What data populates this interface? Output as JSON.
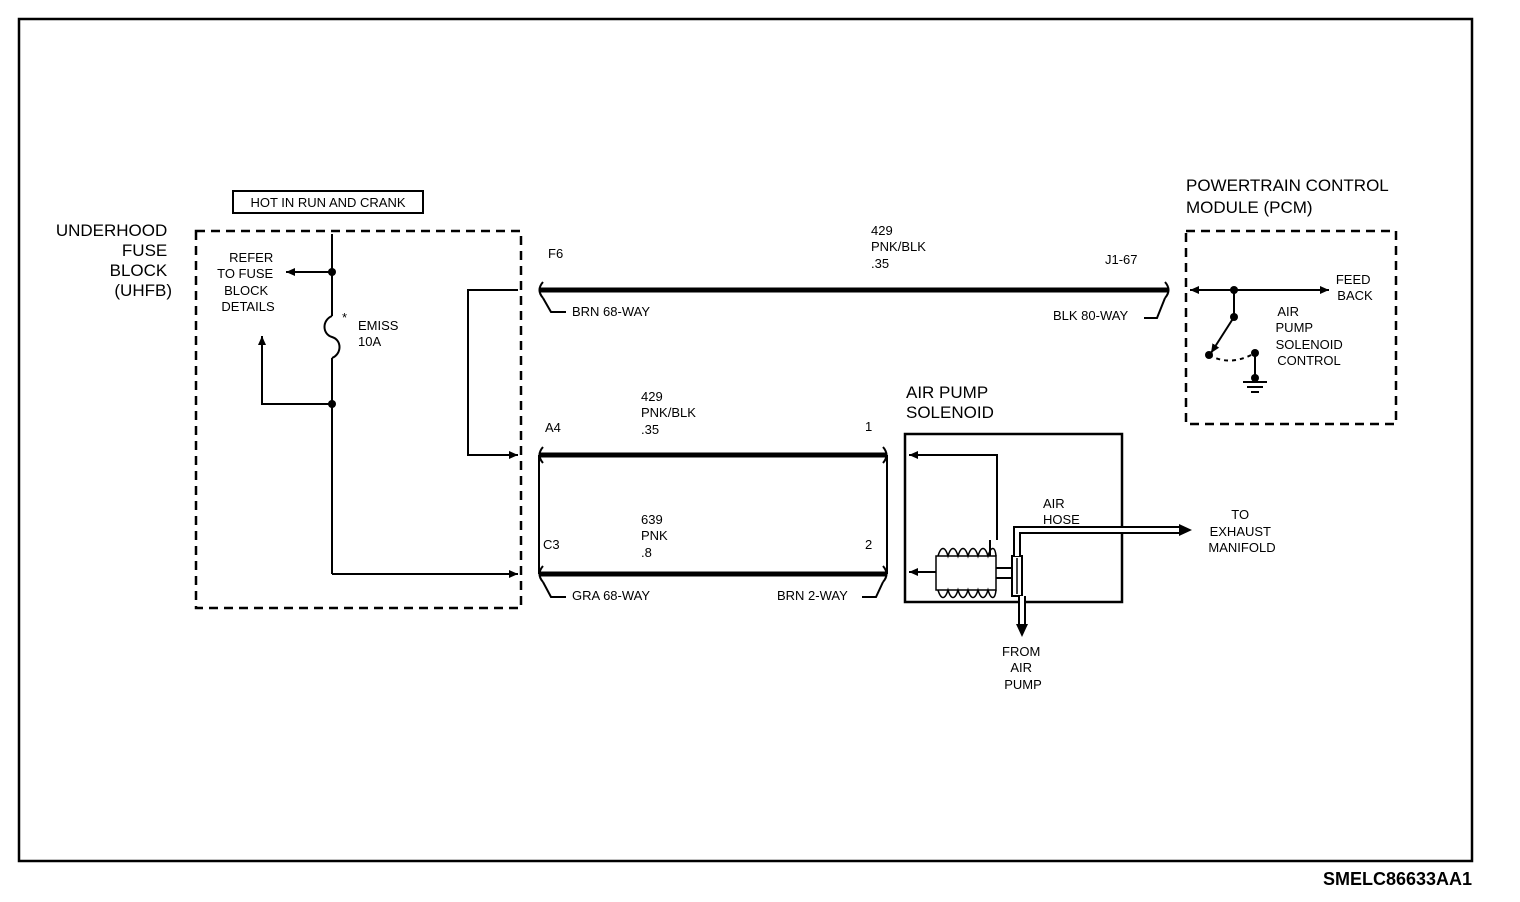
{
  "fuse_block": {
    "title_lines": [
      "UNDERHOOD",
      "FUSE",
      "BLOCK",
      "(UHFB)"
    ],
    "hot_label": "HOT IN RUN AND CRANK",
    "refer_lines": [
      "REFER",
      "TO FUSE",
      "BLOCK",
      "DETAILS"
    ],
    "fuse_name": "EMISS",
    "fuse_rating": "10A"
  },
  "pcm": {
    "title_lines": [
      "POWERTRAIN CONTROL",
      "MODULE (PCM)"
    ],
    "feed_lines": [
      "FEED",
      "BACK"
    ],
    "control_lines": [
      "AIR",
      "PUMP",
      "SOLENOID",
      "CONTROL"
    ]
  },
  "solenoid": {
    "title_lines": [
      "AIR PUMP",
      "SOLENOID"
    ],
    "hose_lines": [
      "AIR",
      "HOSE"
    ],
    "exhaust_lines": [
      "TO",
      "EXHAUST",
      "MANIFOLD"
    ],
    "from_lines": [
      "FROM",
      "AIR",
      "PUMP"
    ]
  },
  "circuits": [
    {
      "id": "top",
      "pin_left": "F6",
      "pin_right": "J1-67",
      "circuit_lines": [
        "429",
        "PNK/BLK",
        ".35"
      ],
      "conn_left": "BRN 68-WAY",
      "conn_right": "BLK 80-WAY"
    },
    {
      "id": "mid",
      "pin_left": "A4",
      "pin_right": "1",
      "circuit_lines": [
        "429",
        "PNK/BLK",
        ".35"
      ]
    },
    {
      "id": "bot",
      "pin_left": "C3",
      "pin_right": "2",
      "circuit_lines": [
        "639",
        "PNK",
        ".8"
      ],
      "conn_left": "GRA 68-WAY",
      "conn_right": "BRN 2-WAY"
    }
  ],
  "diagram_code": "SMELC86633AA1"
}
